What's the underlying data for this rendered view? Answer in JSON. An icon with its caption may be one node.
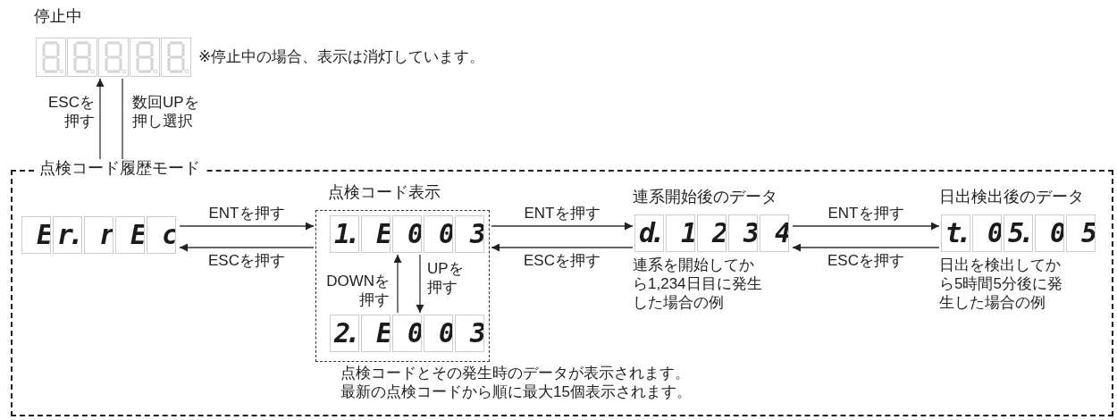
{
  "diagram": {
    "nodes": [
      {
        "text": [
          "停止中"
        ],
        "beside": [
          "※停止中の場合、表示は消灯しています。"
        ]
      },
      {
        "text": [
          "点検コード履歴モード"
        ]
      },
      {
        "text": [
          "E",
          "r.",
          "r",
          "E",
          "c"
        ],
        "in": 1
      },
      {
        "text": [
          "点検コード表示"
        ],
        "in": 1,
        "beside": [
          "点検コードとその発生時のデータが表示されます。最新の点検コードから順に最大15個表示されます。"
        ]
      },
      {
        "text": [
          "1.",
          "E",
          "0",
          "0",
          "3"
        ],
        "in": 3
      },
      {
        "text": [
          "2.",
          "E",
          "0",
          "0",
          "3"
        ],
        "in": 3
      },
      {
        "text": [
          "連系開始後のデータ",
          "d.",
          "1",
          "2",
          "3",
          "4"
        ],
        "in": 1,
        "beside": [
          "連系を開始してから1,234日目に発生した場合の例"
        ]
      },
      {
        "text": [
          "日出検出後のデータ",
          "t.",
          "0",
          "5.",
          "0",
          "5"
        ],
        "in": 1,
        "beside": [
          "日出を検出してから5時間5分後に発生した場合の例"
        ]
      }
    ],
    "edges": [
      {
        "from": 1,
        "to": 0,
        "arrow": "to",
        "label": "ESCを押す"
      },
      {
        "from": 0,
        "to": 1,
        "arrow": "to",
        "label": "数回UPを押し選択"
      },
      {
        "from": 2,
        "to": 3,
        "arrow": "to",
        "label": "ENTを押す"
      },
      {
        "from": 3,
        "to": 2,
        "arrow": "to",
        "label": "ESCを押す"
      },
      {
        "from": 4,
        "to": 5,
        "arrow": "to",
        "label": "UPを押す"
      },
      {
        "from": 5,
        "to": 4,
        "arrow": "to",
        "label": "DOWNを押す"
      },
      {
        "from": 3,
        "to": 6,
        "arrow": "to",
        "label": "ENTを押す"
      },
      {
        "from": 6,
        "to": 3,
        "arrow": "to",
        "label": "ESCを押す"
      },
      {
        "from": 6,
        "to": 7,
        "arrow": "to",
        "label": "ENTを押す"
      },
      {
        "from": 7,
        "to": 6,
        "arrow": "to",
        "label": "ESCを押す"
      }
    ]
  }
}
